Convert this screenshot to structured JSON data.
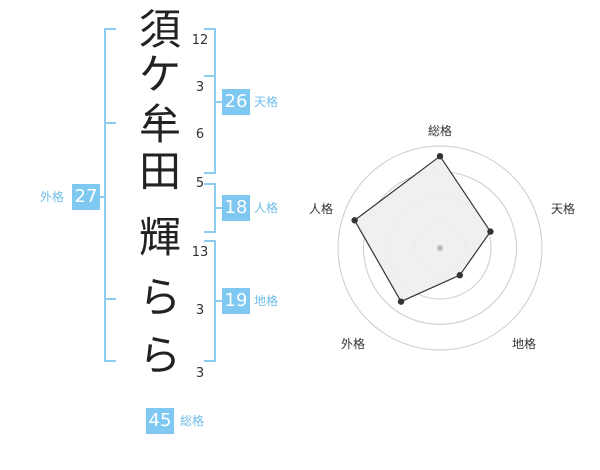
{
  "name_chars": [
    {
      "char": "須",
      "strokes": "12"
    },
    {
      "char": "ケ",
      "strokes": "3"
    },
    {
      "char": "牟",
      "strokes": "6"
    },
    {
      "char": "田",
      "strokes": "5"
    },
    {
      "char": "輝",
      "strokes": "13"
    },
    {
      "char": "ら",
      "strokes": "3"
    },
    {
      "char": "ら",
      "strokes": "3"
    }
  ],
  "kaku": {
    "tenkaku": {
      "value": "26",
      "label": "天格"
    },
    "jinkaku": {
      "value": "18",
      "label": "人格"
    },
    "chikaku": {
      "value": "19",
      "label": "地格"
    },
    "gaikaku": {
      "value": "27",
      "label": "外格"
    },
    "soukaku": {
      "value": "45",
      "label": "総格"
    }
  },
  "radar": {
    "axes": [
      "総格",
      "天格",
      "地格",
      "外格",
      "人格"
    ],
    "values": [
      0.9,
      0.52,
      0.33,
      0.65,
      0.88
    ],
    "colors": {
      "ring": "#cccccc",
      "fill": "#eeeeee",
      "line": "#333333",
      "center": "#bbbbbb"
    }
  }
}
